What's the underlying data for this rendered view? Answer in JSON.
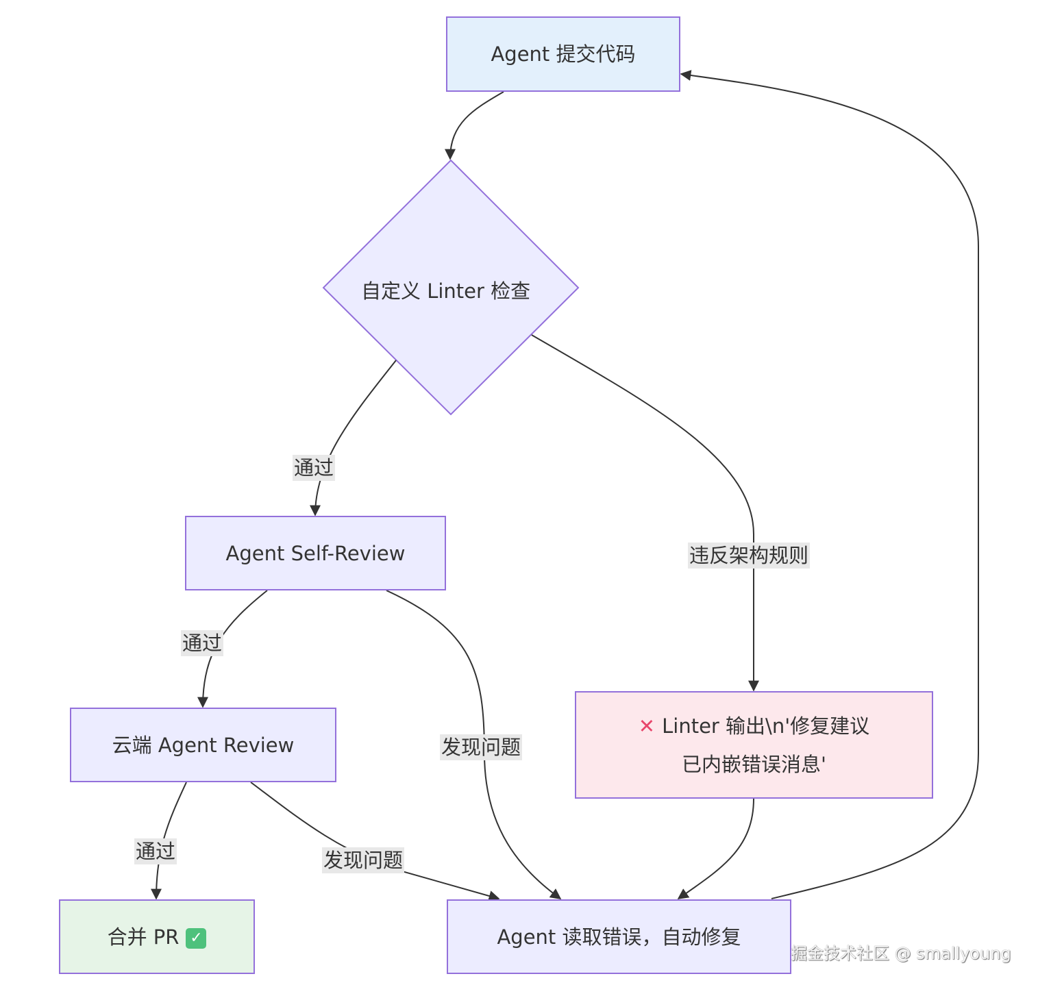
{
  "nodes": {
    "submit": {
      "label": "Agent 提交代码",
      "fill": "#e3f0fc"
    },
    "linter_check": {
      "label": "自定义 Linter 检查",
      "fill": "#ececff"
    },
    "self_review": {
      "label": "Agent Self-Review",
      "fill": "#ececff"
    },
    "cloud_review": {
      "label": "云端 Agent Review",
      "fill": "#ececff"
    },
    "merge": {
      "label": "合并 PR",
      "icon": "check-mark-icon",
      "fill": "#e6f4e7"
    },
    "linter_output": {
      "line1": "Linter 输出\\n'修复建议",
      "line2": "已内嵌错误消息'",
      "icon": "cross-mark-icon",
      "fill": "#fde8ec"
    },
    "auto_fix": {
      "label": "Agent 读取错误，自动修复",
      "fill": "#ececff"
    }
  },
  "edge_labels": {
    "linter_pass": "通过",
    "linter_violation": "违反架构规则",
    "self_pass": "通过",
    "self_issue": "发现问题",
    "cloud_pass": "通过",
    "cloud_issue": "发现问题"
  },
  "icons": {
    "cross": "❌",
    "check": "✓"
  },
  "colors": {
    "border": "#9370db",
    "edge": "#333333",
    "label_bg": "#e8e8e8"
  },
  "watermark": "掘金技术社区 @ smallyoung"
}
